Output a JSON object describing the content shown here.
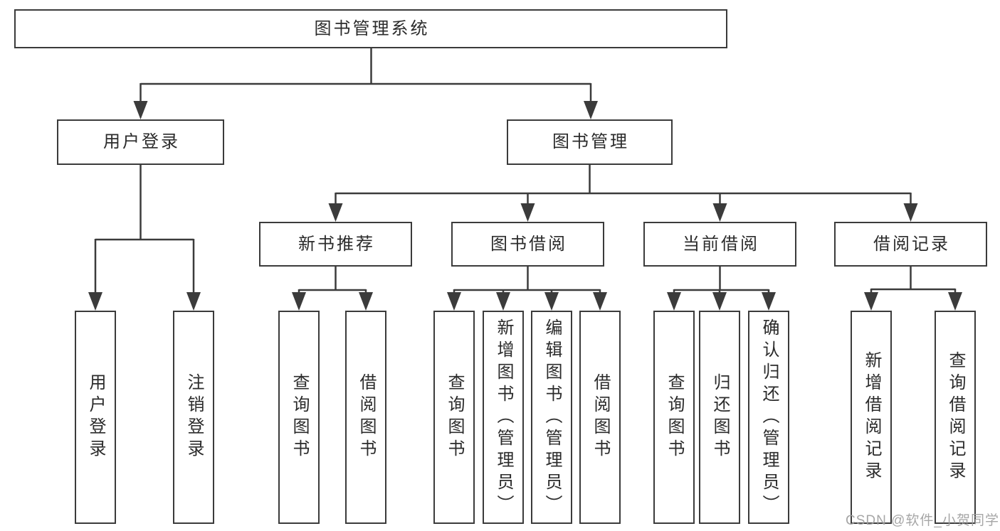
{
  "diagram": {
    "title": "图书管理系统",
    "watermark": "CSDN @软件_小贺同学",
    "colors": {
      "line": "#3b3b3b",
      "box_border": "#3b3b3b",
      "text": "#2b2b2b",
      "watermark": "#9e9e9e",
      "background": "#ffffff"
    },
    "tree": {
      "root": {
        "label": "图书管理系统"
      },
      "branches": [
        {
          "label": "用户登录",
          "children": [
            {
              "label": "用户登录"
            },
            {
              "label": "注销登录"
            }
          ]
        },
        {
          "label": "图书管理",
          "sections": [
            {
              "label": "新书推荐",
              "children": [
                {
                  "label": "查询图书"
                },
                {
                  "label": "借阅图书"
                }
              ]
            },
            {
              "label": "图书借阅",
              "children": [
                {
                  "label": "查询图书"
                },
                {
                  "label": "新增图书（管理员）"
                },
                {
                  "label": "编辑图书（管理员）"
                },
                {
                  "label": "借阅图书"
                }
              ]
            },
            {
              "label": "当前借阅",
              "children": [
                {
                  "label": "查询图书"
                },
                {
                  "label": "归还图书"
                },
                {
                  "label": "确认归还（管理员）"
                }
              ]
            },
            {
              "label": "借阅记录",
              "children": [
                {
                  "label": "新增借阅记录"
                },
                {
                  "label": "查询借阅记录"
                }
              ]
            }
          ]
        }
      ]
    }
  }
}
